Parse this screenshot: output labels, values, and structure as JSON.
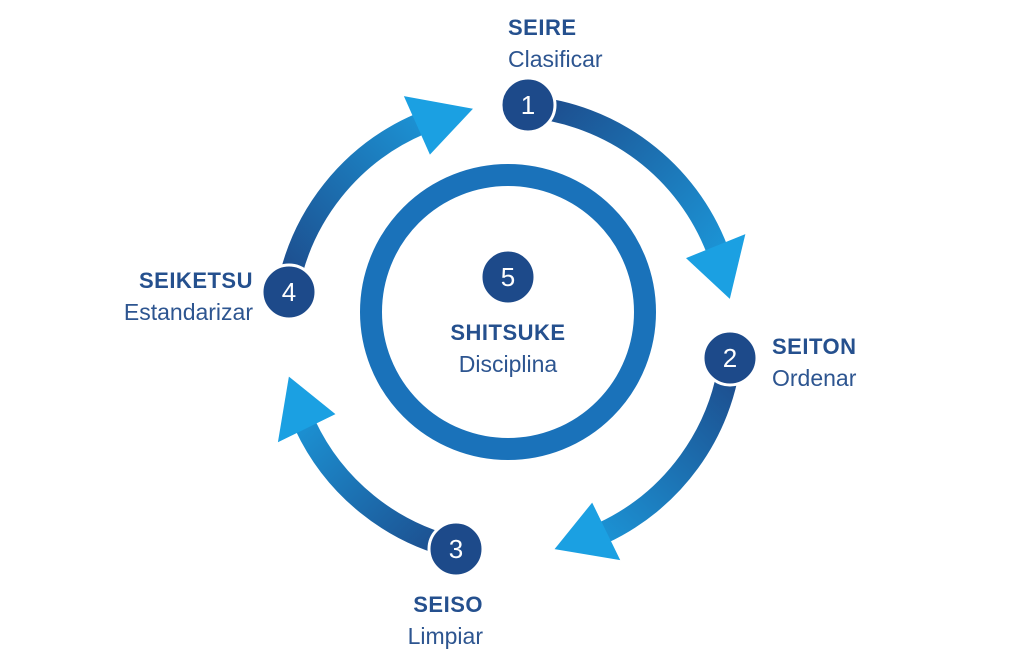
{
  "steps": [
    {
      "number": "1",
      "title": "SEIRE",
      "subtitle": "Clasificar"
    },
    {
      "number": "2",
      "title": "SEITON",
      "subtitle": "Ordenar"
    },
    {
      "number": "3",
      "title": "SEISO",
      "subtitle": "Limpiar"
    },
    {
      "number": "4",
      "title": "SEIKETSU",
      "subtitle": "Estandarizar"
    },
    {
      "number": "5",
      "title": "SHITSUKE",
      "subtitle": "Disciplina"
    }
  ],
  "colors": {
    "dark": "#1d4a8a",
    "light": "#1ba0e2",
    "ring": "#1a72ba",
    "text": "#25508e"
  }
}
